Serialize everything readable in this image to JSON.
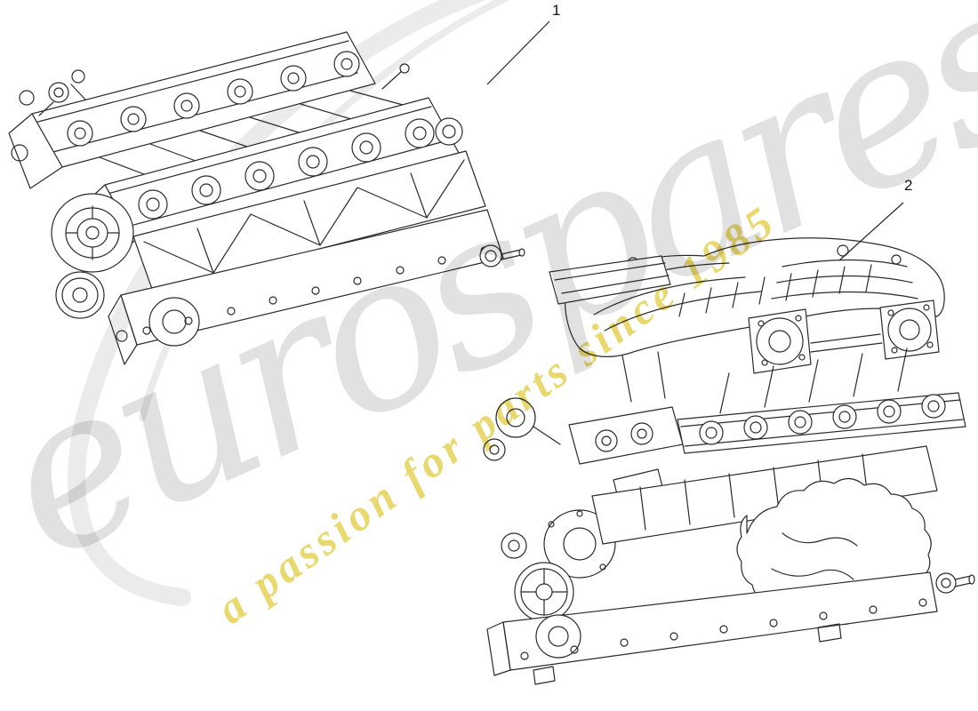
{
  "watermark": {
    "brand": "eurospares",
    "tagline": "a passion for parts since 1985",
    "brand_color": "#c9c9c9",
    "tagline_color": "#e2cf4a"
  },
  "callouts": [
    {
      "label": "1"
    },
    {
      "label": "2"
    }
  ],
  "drawing": {
    "line_color": "#2b2b2b",
    "swoosh_color": "#ebebeb",
    "background": "#ffffff"
  }
}
